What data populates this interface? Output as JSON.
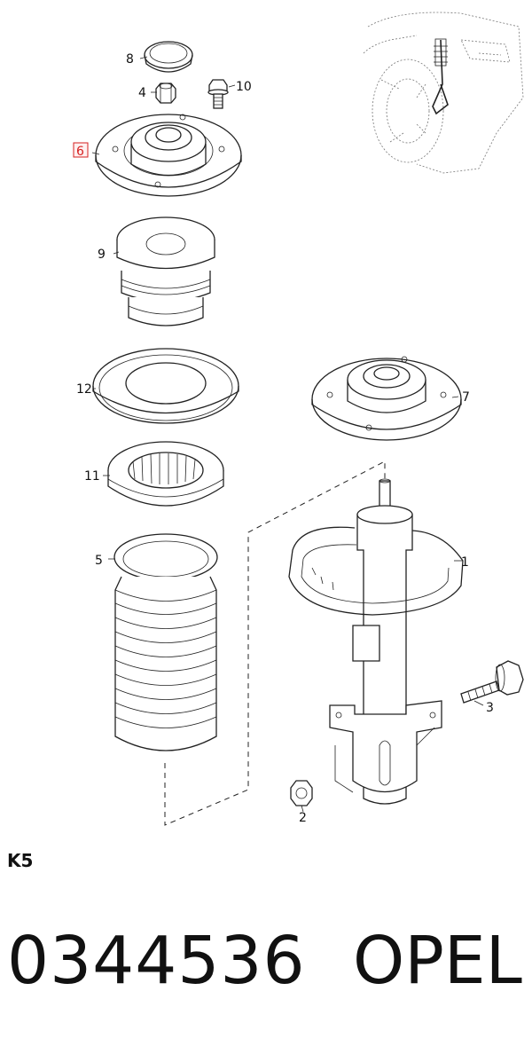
{
  "section_code": "K5",
  "part_number": "0344536",
  "brand": "OPEL",
  "highlight_color": "#d62020",
  "callouts": [
    {
      "id": "cap",
      "label": "8"
    },
    {
      "id": "nut-top",
      "label": "4"
    },
    {
      "id": "bolt-top",
      "label": "10"
    },
    {
      "id": "mount-left",
      "label": "6",
      "highlighted": true
    },
    {
      "id": "bump-stop",
      "label": "9"
    },
    {
      "id": "seal-ring",
      "label": "12"
    },
    {
      "id": "mount-right",
      "label": "7"
    },
    {
      "id": "bearing",
      "label": "11"
    },
    {
      "id": "boot",
      "label": "5"
    },
    {
      "id": "strut",
      "label": "1"
    },
    {
      "id": "bolt-bottom",
      "label": "3"
    },
    {
      "id": "nut-bottom",
      "label": "2"
    }
  ]
}
